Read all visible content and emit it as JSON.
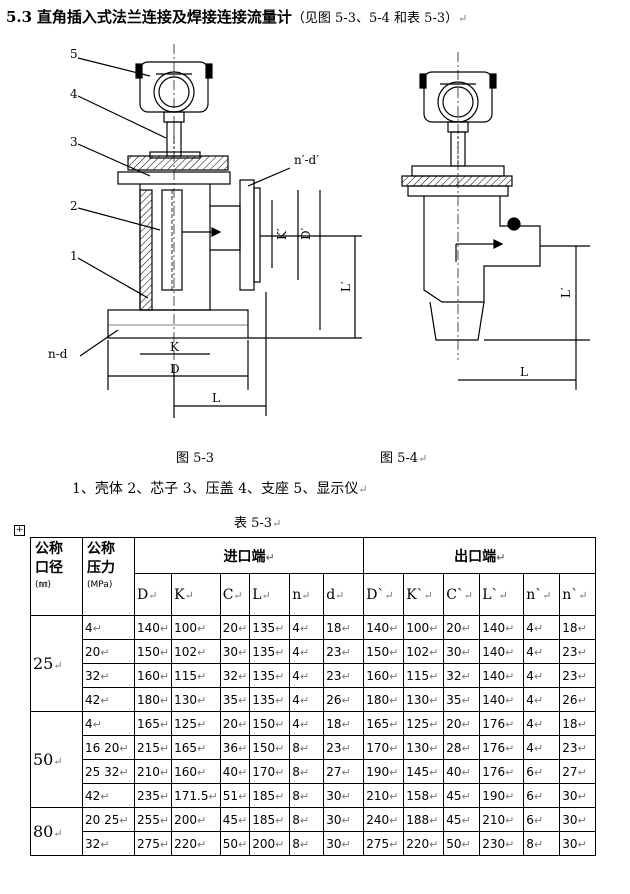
{
  "heading": {
    "number": "5.3",
    "title": "直角插入式法兰连接及焊接连接流量计",
    "subtitle": "（见图 5-3、5-4 和表 5-3）"
  },
  "figure_labels": {
    "callouts": [
      "5",
      "4",
      "3",
      "2",
      "1",
      "n-d"
    ],
    "dims_left": [
      "n′-d′",
      "K′",
      "D′",
      "L′",
      "K",
      "D",
      "L"
    ],
    "dims_right": [
      "L′",
      "L"
    ]
  },
  "captions": {
    "fig_left": "图 5-3",
    "fig_right": "图 5-4"
  },
  "parts_list": "1、壳体 2、芯子 3、压盖 4、支座 5、显示仪",
  "table_title": "表 5-3",
  "table": {
    "h_dn": [
      "公称",
      "口径"
    ],
    "h_dn_unit": "(㎜)",
    "h_pn": [
      "公称",
      "压力"
    ],
    "h_pn_unit": "(MPa)",
    "h_inlet": "进口端",
    "h_outlet": "出口端",
    "cols": [
      "D",
      "K",
      "C",
      "L",
      "n",
      "d",
      "D`",
      "K`",
      "C`",
      "L`",
      "n`",
      "n`"
    ],
    "groups": [
      {
        "dn": "25",
        "rows": [
          [
            "4",
            "140",
            "100",
            "20",
            "135",
            "4",
            "18",
            "140",
            "100",
            "20",
            "140",
            "4",
            "18"
          ],
          [
            "20",
            "150",
            "102",
            "30",
            "135",
            "4",
            "23",
            "150",
            "102",
            "30",
            "140",
            "4",
            "23"
          ],
          [
            "32",
            "160",
            "115",
            "32",
            "135",
            "4",
            "23",
            "160",
            "115",
            "32",
            "140",
            "4",
            "23"
          ],
          [
            "42",
            "180",
            "130",
            "35",
            "135",
            "4",
            "26",
            "180",
            "130",
            "35",
            "140",
            "4",
            "26"
          ]
        ]
      },
      {
        "dn": "50",
        "rows": [
          [
            "4",
            "165",
            "125",
            "20",
            "150",
            "4",
            "18",
            "165",
            "125",
            "20",
            "176",
            "4",
            "18"
          ],
          [
            "16 20",
            "215",
            "165",
            "36",
            "150",
            "8",
            "23",
            "170",
            "130",
            "28",
            "176",
            "4",
            "23"
          ],
          [
            "25 32",
            "210",
            "160",
            "40",
            "170",
            "8",
            "27",
            "190",
            "145",
            "40",
            "176",
            "6",
            "27"
          ],
          [
            "42",
            "235",
            "171.5",
            "51",
            "185",
            "8",
            "30",
            "210",
            "158",
            "45",
            "190",
            "6",
            "30"
          ]
        ]
      },
      {
        "dn": "80",
        "rows": [
          [
            "20 25",
            "255",
            "200",
            "45",
            "185",
            "8",
            "30",
            "240",
            "188",
            "45",
            "210",
            "6",
            "30"
          ],
          [
            "32",
            "275",
            "220",
            "50",
            "200",
            "8",
            "30",
            "275",
            "220",
            "50",
            "230",
            "8",
            "30"
          ]
        ]
      }
    ]
  }
}
